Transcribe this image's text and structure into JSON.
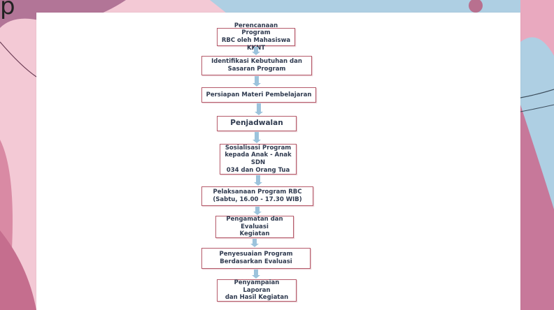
{
  "page": {
    "corner_glyph": "p"
  },
  "colors": {
    "background_pink": "#f4c7d3",
    "blue_shape": "#a9cde3",
    "magenta_shape": "#b8708f",
    "box_border": "#b55a6a",
    "arrow": "#9cc3dc",
    "text": "#2f3a4f"
  },
  "flowchart": {
    "steps": [
      "Perencanaan Program\nRBC oleh Mahasiswa KKNT",
      "Identifikasi Kebutuhan dan\nSasaran Program",
      "Persiapan Materi Pembelajaran",
      "Penjadwalan",
      "Sosialisasi Program\nkepada Anak - Anak SDN\n034 dan Orang Tua",
      "Pelaksanaan Program RBC\n(Sabtu, 16.00 - 17.30 WIB)",
      "Pengamatan dan Evaluasi\nKegiatan",
      "Penyesuaian Program\nBerdasarkan Evaluasi",
      "Penyampaian Laporan\ndan Hasil Kegiatan"
    ]
  }
}
